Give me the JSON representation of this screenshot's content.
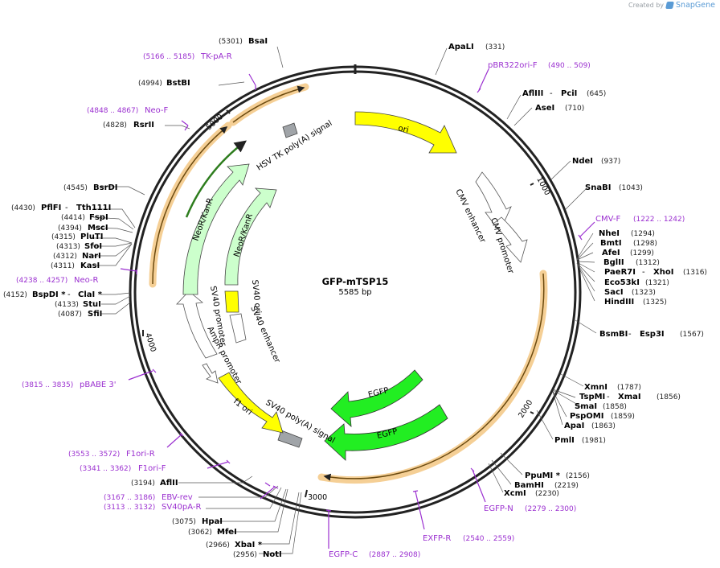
{
  "credit": {
    "prefix": "Created by",
    "brand": "SnapGene"
  },
  "plasmid": {
    "name": "GFP-mTSP15",
    "size": "5585 bp"
  },
  "ticks": [
    "1000",
    "2000",
    "3000",
    "4000",
    "5000"
  ],
  "features": {
    "ori": "ori",
    "cmv_enhancer": "CMV enhancer",
    "cmv_promoter": "CMV promoter",
    "egfp_a": "EGFP",
    "egfp_b": "EGFP",
    "sv40_polya": "SV40 poly(A) signal",
    "f1_ori": "f1 ori",
    "ampr_promoter": "AmpR promoter",
    "sv40_promoter": "SV40 promoter",
    "sv40_enhancer": "SV40 enhancer",
    "sv40_ori": "SV40 ori",
    "neokanr_a": "NeoR/KanR",
    "neokanr_b": "NeoR/KanR",
    "hsv_tk": "HSV TK poly(A) signal"
  },
  "sites": {
    "bsai": {
      "name": "BsaI",
      "pos": "(5301)"
    },
    "bstbi": {
      "name": "BstBI",
      "pos": "(4994)"
    },
    "rsrii": {
      "name": "RsrII",
      "pos": "(4828)"
    },
    "bsrdi": {
      "name": "BsrDI",
      "pos": "(4545)"
    },
    "pflfi": {
      "name": "PflFI",
      "sep": " - ",
      "name2": "Tth111I",
      "pos": "(4430)"
    },
    "fspi": {
      "name": "FspI",
      "pos": "(4414)"
    },
    "msci": {
      "name": "MscI",
      "pos": "(4394)"
    },
    "pluti": {
      "name": "PluTI",
      "pos": "(4315)"
    },
    "sfoi": {
      "name": "SfoI",
      "pos": "(4313)"
    },
    "nari": {
      "name": "NarI",
      "pos": "(4312)"
    },
    "kasi": {
      "name": "KasI",
      "pos": "(4311)"
    },
    "bspdi": {
      "name": "BspDI *",
      "sep": " - ",
      "name2": "ClaI *",
      "pos": "(4152)"
    },
    "stui": {
      "name": "StuI",
      "pos": "(4133)"
    },
    "sfii": {
      "name": "SfiI",
      "pos": "(4087)"
    },
    "aflii": {
      "name": "AflII",
      "pos": "(3194)"
    },
    "hpai": {
      "name": "HpaI",
      "pos": "(3075)"
    },
    "mfei": {
      "name": "MfeI",
      "pos": "(3062)"
    },
    "xbai": {
      "name": "XbaI *",
      "pos": "(2966)"
    },
    "noti": {
      "name": "NotI",
      "pos": "(2956)"
    },
    "apali": {
      "name": "ApaLI",
      "pos": "(331)"
    },
    "afliii": {
      "name": "AflIII",
      "sep": " - ",
      "name2": "PciI",
      "pos": "(645)"
    },
    "asei": {
      "name": "AseI",
      "pos": "(710)"
    },
    "ndei": {
      "name": "NdeI",
      "pos": "(937)"
    },
    "snabi": {
      "name": "SnaBI",
      "pos": "(1043)"
    },
    "nhei": {
      "name": "NheI",
      "pos": "(1294)"
    },
    "bmti": {
      "name": "BmtI",
      "pos": "(1298)"
    },
    "afei": {
      "name": "AfeI",
      "pos": "(1299)"
    },
    "bglii": {
      "name": "BglII",
      "pos": "(1312)"
    },
    "paer7i": {
      "name": "PaeR7I",
      "sep": " - ",
      "name2": "XhoI",
      "pos": "(1316)"
    },
    "eco53ki": {
      "name": "Eco53kI",
      "pos": "(1321)"
    },
    "saci": {
      "name": "SacI",
      "pos": "(1323)"
    },
    "hindiii": {
      "name": "HindIII",
      "pos": "(1325)"
    },
    "bsmbi": {
      "name": "BsmBI",
      "sep": " - ",
      "name2": "Esp3I",
      "pos": "(1567)"
    },
    "xmni": {
      "name": "XmnI",
      "pos": "(1787)"
    },
    "tspmi": {
      "name": "TspMI",
      "sep": " - ",
      "name2": "XmaI",
      "pos": "(1856)"
    },
    "smai": {
      "name": "SmaI",
      "pos": "(1858)"
    },
    "pspomi": {
      "name": "PspOMI",
      "pos": "(1859)"
    },
    "apai": {
      "name": "ApaI",
      "pos": "(1863)"
    },
    "pmli": {
      "name": "PmlI",
      "pos": "(1981)"
    },
    "ppumi": {
      "name": "PpuMI *",
      "pos": "(2156)"
    },
    "bamhi": {
      "name": "BamHI",
      "pos": "(2219)"
    },
    "xcmi": {
      "name": "XcmI",
      "pos": "(2230)"
    }
  },
  "primers": {
    "tkpa": {
      "range": "(5166 .. 5185)",
      "name": "TK-pA-R"
    },
    "neof": {
      "range": "(4848 .. 4867)",
      "name": "Neo-F"
    },
    "neor": {
      "range": "(4238 .. 4257)",
      "name": "Neo-R"
    },
    "pbabe": {
      "range": "(3815 .. 3835)",
      "name": "pBABE 3'"
    },
    "f1orir": {
      "range": "(3553 .. 3572)",
      "name": "F1ori-R"
    },
    "f1orif": {
      "range": "(3341 .. 3362)",
      "name": "F1ori-F"
    },
    "ebvrev": {
      "range": "(3167 .. 3186)",
      "name": "EBV-rev"
    },
    "sv40par": {
      "range": "(3113 .. 3132)",
      "name": "SV40pA-R"
    },
    "egfpc": {
      "name": "EGFP-C",
      "range": "(2887 .. 2908)"
    },
    "exfpr": {
      "name": "EXFP-R",
      "range": "(2540 .. 2559)"
    },
    "egfpn": {
      "name": "EGFP-N",
      "range": "(2279 .. 2300)"
    },
    "cmvf": {
      "name": "CMV-F",
      "range": "(1222 .. 1242)"
    },
    "pbr322": {
      "name": "pBR322ori-F",
      "range": "(490 .. 509)"
    }
  },
  "colors": {
    "backbone": "#222222",
    "ori": "#ffff00",
    "egfp": "#22ee22",
    "neo": "#ccffcc",
    "polya": "#a0a4a8",
    "orf_outline": "#e8b36a",
    "orf_line": "#6b4a10",
    "primer": "#9b30d0"
  }
}
